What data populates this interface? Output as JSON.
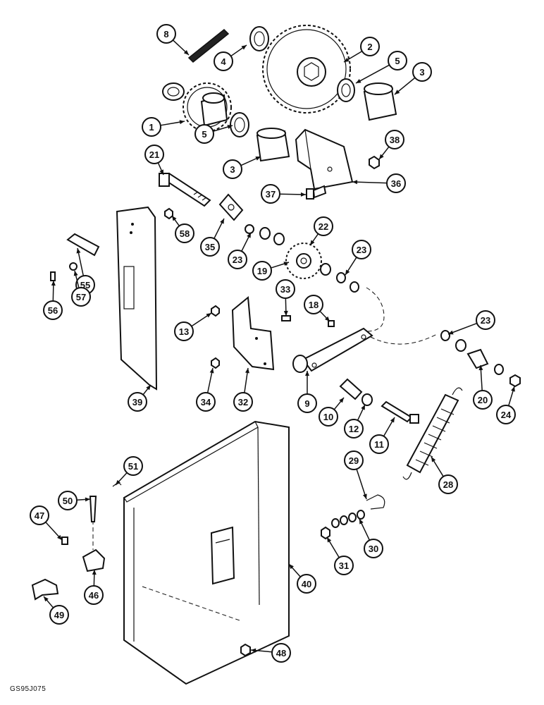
{
  "figure_code": "GS95J075",
  "callouts": [
    "8",
    "4",
    "2",
    "5",
    "3",
    "1",
    "5",
    "3",
    "38",
    "21",
    "36",
    "37",
    "58",
    "35",
    "22",
    "23",
    "19",
    "23",
    "55",
    "57",
    "56",
    "33",
    "18",
    "13",
    "23",
    "39",
    "34",
    "32",
    "9",
    "10",
    "12",
    "11",
    "20",
    "24",
    "29",
    "28",
    "51",
    "50",
    "47",
    "30",
    "31",
    "46",
    "40",
    "49",
    "48"
  ]
}
